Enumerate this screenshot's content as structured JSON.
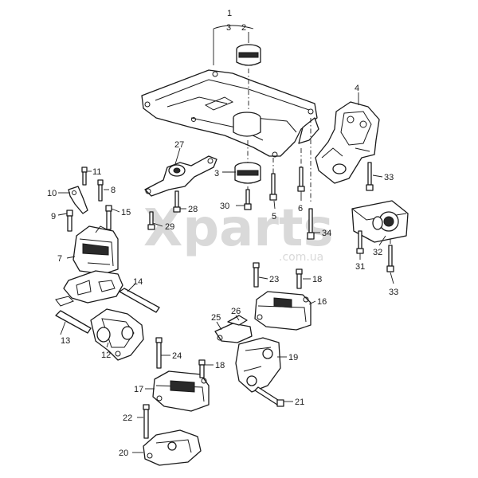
{
  "watermark": {
    "brand": "Xparts",
    "domain": ".com.ua"
  },
  "callouts": {
    "p1": "1",
    "p2": "2",
    "p3a": "3",
    "p3b": "3",
    "p4": "4",
    "p5": "5",
    "p6": "6",
    "p7": "7",
    "p8": "8",
    "p9": "9",
    "p10": "10",
    "p11": "11",
    "p12": "12",
    "p13": "13",
    "p14": "14",
    "p15": "15",
    "p16": "16",
    "p17": "17",
    "p18a": "18",
    "p18b": "18",
    "p19": "19",
    "p20": "20",
    "p21": "21",
    "p22": "22",
    "p23": "23",
    "p24": "24",
    "p25": "25",
    "p26": "26",
    "p27": "27",
    "p28": "28",
    "p29": "29",
    "p30": "30",
    "p31": "31",
    "p32": "32",
    "p33a": "33",
    "p33b": "33",
    "p34": "34"
  }
}
